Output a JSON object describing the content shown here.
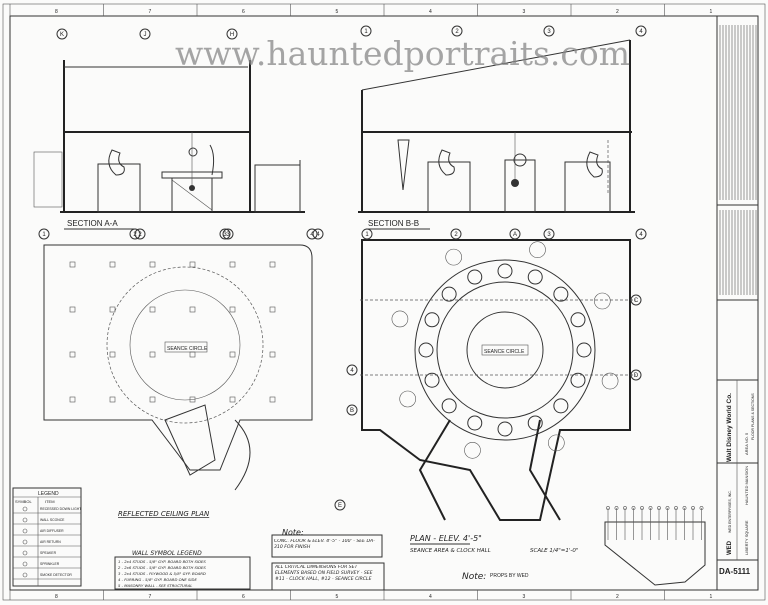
{
  "watermark": "www.hauntedportraits.com",
  "border": {
    "top_ticks": [
      "8",
      "7",
      "6",
      "5",
      "4",
      "3",
      "2",
      "1"
    ],
    "bottom_ticks": [
      "8",
      "7",
      "6",
      "5",
      "4",
      "3",
      "2",
      "1"
    ]
  },
  "section_aa": {
    "title": "SECTION A-A",
    "grid_top": [
      "K",
      "J",
      "H"
    ],
    "grid_bottom": [
      "2",
      "3",
      "4"
    ]
  },
  "section_bb": {
    "title": "SECTION B-B",
    "grid_top": [
      "1",
      "2",
      "3",
      "4"
    ],
    "grid_bottom": [
      "1",
      "2",
      "A",
      "3",
      "4"
    ]
  },
  "ceiling_plan": {
    "title": "REFLECTED CEILING PLAN",
    "center_label": "SEANCE CIRCLE",
    "grid": [
      "1",
      "2",
      "3",
      "4"
    ]
  },
  "plan": {
    "title": "PLAN - ELEV. 4'-5\"",
    "subtitle": "SEANCE AREA & CLOCK HALL",
    "scale": "SCALE 1/4\"=1'-0\"",
    "center_label": "SEANCE CIRCLE",
    "grid": [
      "1",
      "2",
      "A",
      "3",
      "4",
      "B",
      "C",
      "D",
      "E"
    ]
  },
  "legend": {
    "title": "LEGEND",
    "col_symbol": "SYMBOL",
    "col_item": "ITEM",
    "items": [
      "RECESSED DOWN LIGHT",
      "WALL SCONCE",
      "AIR DIFFUSER",
      "AIR RETURN",
      "SPEAKER",
      "SPRINKLER",
      "SMOKE DETECTOR"
    ]
  },
  "wall_legend": {
    "title": "WALL SYMBOL LEGEND",
    "rows": [
      "1 - 2x4 STUDS - 5/8\" GYP. BOARD BOTH SIDES",
      "2 - 2x6 STUDS - 5/8\" GYP. BOARD BOTH SIDES",
      "3 - 2x4 STUDS - PLYWOOD & 5/8\" GYP. BOARD",
      "4 - FURRING - 5/8\" GYP. BOARD ONE SIDE",
      "5 - MASONRY WALL - SEE STRUCTURAL"
    ]
  },
  "notes": {
    "note1_title": "Note:",
    "note1_text": "CONC. FLOOR & ELEV. 4'-5\" - 100' - SEE DA-310 FOR FINISH",
    "note2_text": "ALL CRITICAL DIMENSIONS FOR SET ELEMENTS BASED ON FIELD SURVEY - SEE #11 - CLOCK HALL, #12 - SEANCE CIRCLE",
    "note3_title": "Note:",
    "note3_text": "PROPS BY WED"
  },
  "title_block": {
    "company": "WED ENTERPRISES, INC.",
    "logo": "WED",
    "client": "Walt Disney World Co.",
    "location": "LIBERTY SQUARE",
    "project": "HAUNTED MANSION",
    "area": "AREA NO. 5",
    "sheet_title": "FLOOR PLANS & SECTIONS",
    "drawing_number": "DA-5111"
  }
}
